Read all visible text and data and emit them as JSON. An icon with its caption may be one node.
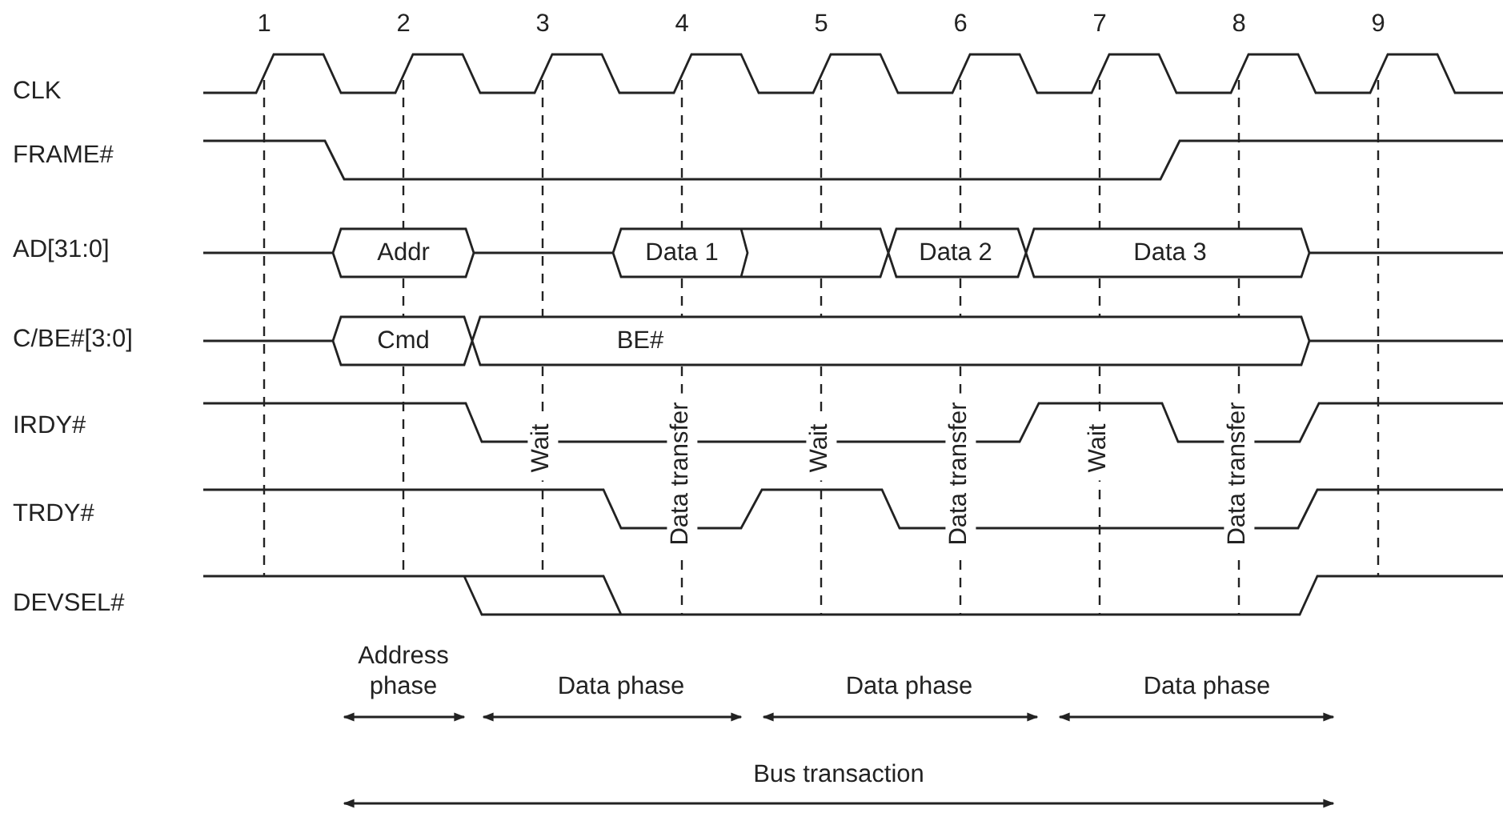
{
  "diagram": {
    "labels": [
      "1",
      "2",
      "3",
      "4",
      "5",
      "6",
      "7",
      "8",
      "9",
      "CLK",
      "FRAME#",
      "AD[31:0]",
      "Addr",
      "Data 1",
      "Data 2",
      "Data 3",
      "C/BE#[3:0]",
      "Cmd",
      "BE#",
      "IRDY#",
      "Wait",
      "Data transfer",
      "Wait",
      "Data transfer",
      "Wait",
      "Data transfer",
      "TRDY#",
      "DEVSEL#",
      "Address phase",
      "Data phase",
      "Data phase",
      "Data phase",
      "Bus transaction"
    ]
  }
}
